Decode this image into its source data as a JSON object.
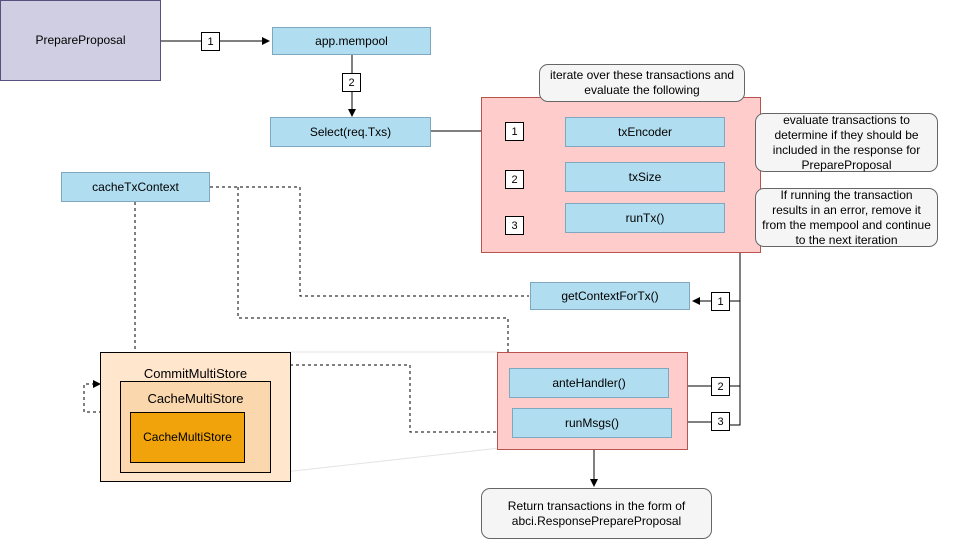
{
  "nodes": {
    "prepare_proposal": "PrepareProposal",
    "app_mempool": "app.mempool",
    "select": "Select(req.Txs)",
    "tx_encoder": "txEncoder",
    "tx_size": "txSize",
    "run_tx": "runTx()",
    "cache_tx_context": "cacheTxContext",
    "get_context_for_tx": "getContextForTx()",
    "ante_handler": "anteHandler()",
    "run_msgs": "runMsgs()",
    "commit_multi_store": "CommitMultiStore",
    "cache_multi_store_outer": "CacheMultiStore",
    "cache_multi_store_inner": "CacheMultiStore"
  },
  "notes": {
    "iterate": "iterate over these transactions and evaluate the following",
    "evaluate": "evaluate transactions to determine if they should be included in the response for PrepareProposal",
    "running_error": "If running the transaction results in an error, remove it from the mempool and continue to the next iteration",
    "return_txs": "Return transactions in the form of abci.ResponsePrepareProposal"
  },
  "step_labels": {
    "s_prepare_to_mempool": "1",
    "s_mempool_to_select": "2",
    "s_loop_1": "1",
    "s_loop_2": "2",
    "s_loop_3": "3",
    "s_ctx_1": "1",
    "s_ante_2": "2",
    "s_msgs_3": "3"
  },
  "colors": {
    "blue_fill": "#b1ddf0",
    "purple_fill": "#d0cee2",
    "pink_fill": "#ffcccc",
    "commit_store_fill": "#ffe6cc",
    "cache_store_fill": "#fad7ac",
    "inner_cache_fill": "#f0a30a",
    "note_fill": "#f5f5f5"
  }
}
